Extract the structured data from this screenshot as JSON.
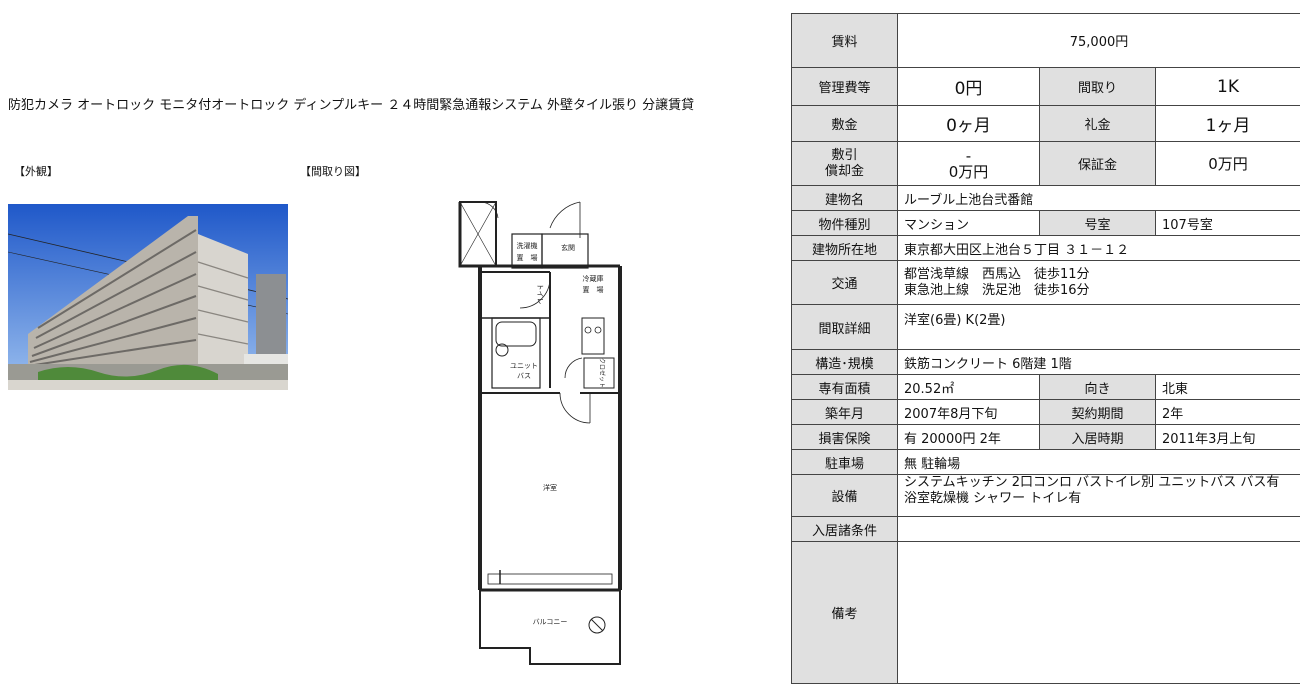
{
  "features": "防犯カメラ オートロック モニタ付オートロック ディンプルキー ２４時間緊急通報システム 外壁タイル張り 分譲賃貸",
  "captions": {
    "exterior": "【外観】",
    "floorplan": "【間取り図】"
  },
  "floorplan_labels": {
    "laundry_1": "洗濯機",
    "laundry_2": "置　場",
    "entrance": "玄関",
    "fridge_1": "冷蔵庫",
    "fridge_2": "置　場",
    "toilet": "トイレ",
    "bath_1": "ユニット",
    "bath_2": "バス",
    "closet": "クロゼット",
    "room": "洋室",
    "balcony": "バルコニー"
  },
  "table": {
    "rent": {
      "label": "賃料",
      "value": "75,000円"
    },
    "management": {
      "label": "管理費等",
      "value": "0円"
    },
    "layout": {
      "label": "間取り",
      "value": "1K"
    },
    "deposit": {
      "label": "敷金",
      "value": "0ヶ月"
    },
    "key_money": {
      "label": "礼金",
      "value": "1ヶ月"
    },
    "shikibiki": {
      "label_1": "敷引",
      "label_2": "償却金",
      "value_1": "-",
      "value_2": "0万円"
    },
    "guarantee": {
      "label": "保証金",
      "value": "0万円"
    },
    "building_name": {
      "label": "建物名",
      "value": "ルーブル上池台弐番館"
    },
    "property_type": {
      "label": "物件種別",
      "value": "マンション"
    },
    "room_no": {
      "label": "号室",
      "value": "107号室"
    },
    "address": {
      "label": "建物所在地",
      "value": "東京都大田区上池台５丁目 ３１－１２"
    },
    "transport": {
      "label": "交通",
      "line_1": "都営浅草線　西馬込　徒歩11分",
      "line_2": "東急池上線　洗足池　徒歩16分"
    },
    "layout_detail": {
      "label": "間取詳細",
      "value": "洋室(6畳) K(2畳)"
    },
    "structure": {
      "label": "構造･規模",
      "value": "鉄筋コンクリート 6階建 1階"
    },
    "area": {
      "label": "専有面積",
      "value": "20.52㎡"
    },
    "orientation": {
      "label": "向き",
      "value": "北東"
    },
    "built": {
      "label": "築年月",
      "value": "2007年8月下旬"
    },
    "contract": {
      "label": "契約期間",
      "value": "2年"
    },
    "insurance": {
      "label": "損害保険",
      "value": "有  20000円 2年"
    },
    "move_in": {
      "label": "入居時期",
      "value": "2011年3月上旬"
    },
    "parking": {
      "label": "駐車場",
      "value": "無 駐輪場"
    },
    "equipment": {
      "label": "設備",
      "value": "システムキッチン 2口コンロ バストイレ別 ユニットバス バス有 浴室乾燥機 シャワー トイレ有"
    },
    "conditions": {
      "label": "入居諸条件",
      "value": ""
    },
    "remarks": {
      "label": "備考",
      "value": ""
    }
  }
}
